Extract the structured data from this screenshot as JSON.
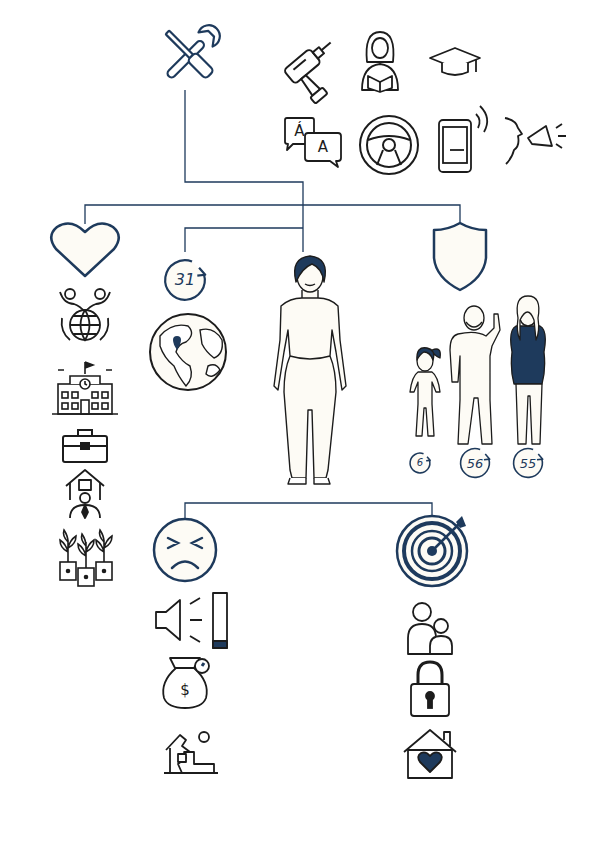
{
  "diagram": {
    "nodes": [
      {
        "text": [
          "31"
        ]
      },
      {
        "text": [
          "6"
        ]
      },
      {
        "text": [
          "56"
        ]
      },
      {
        "text": [
          "55"
        ]
      }
    ],
    "labels": [
      "Á",
      "A",
      "$"
    ]
  }
}
